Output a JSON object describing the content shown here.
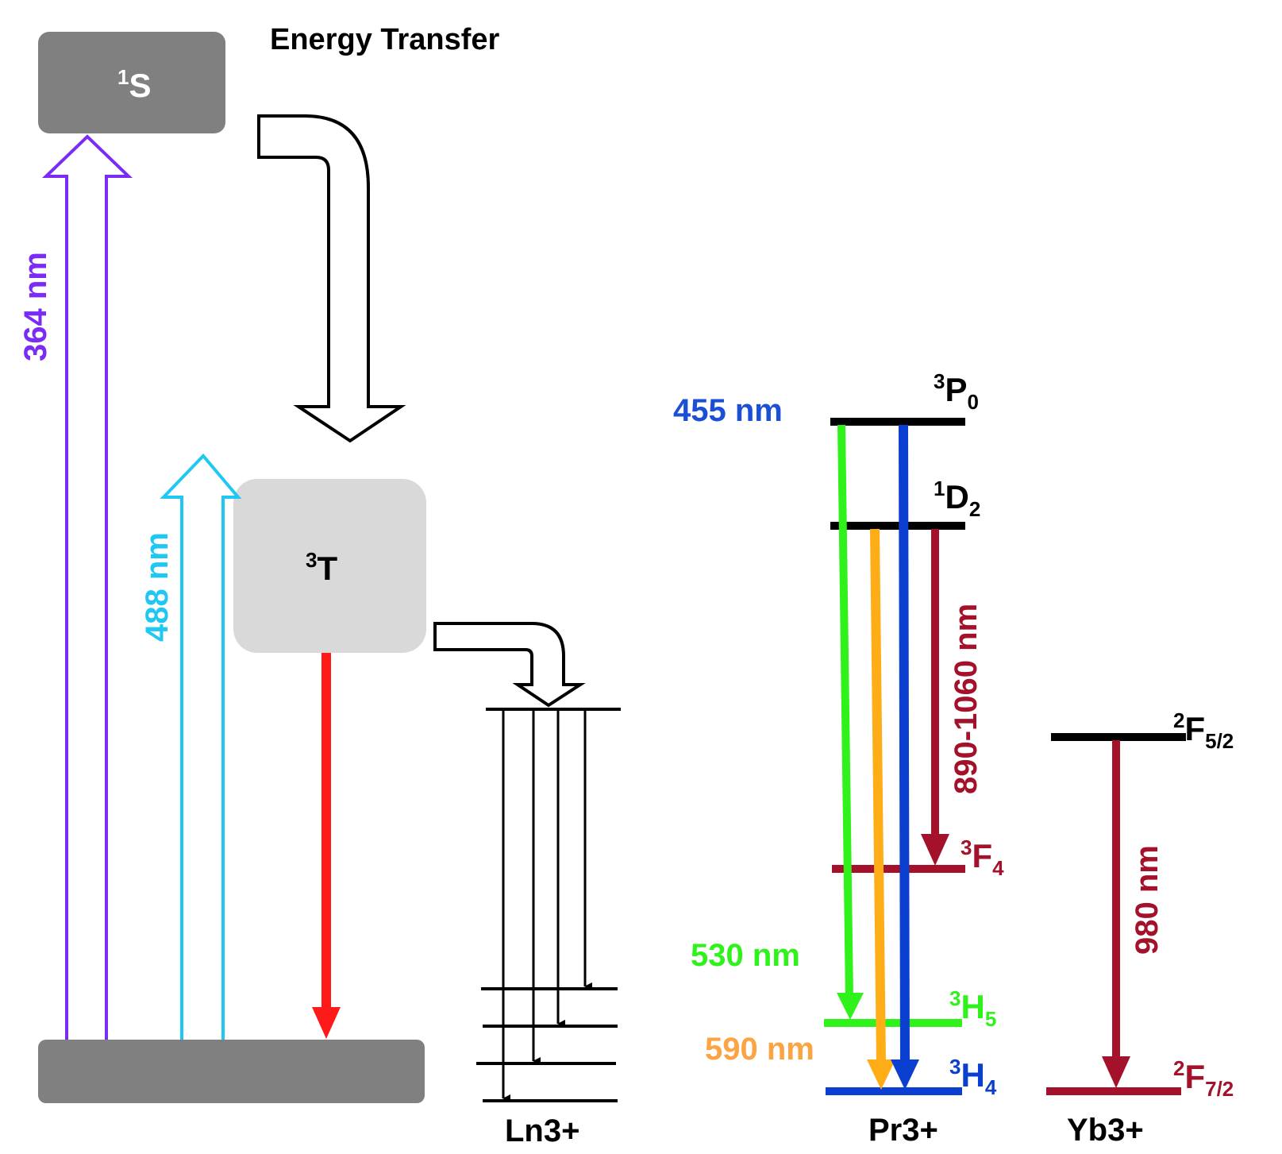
{
  "title": "Energy Transfer",
  "colors": {
    "violet": "#7a2cf5",
    "cyan": "#1ec8f2",
    "red": "#ff1a1a",
    "green": "#2ef21a",
    "orange": "#ffad16",
    "blue": "#0b3fd0",
    "darkred": "#a3112a",
    "black": "#000000",
    "darkgray": "#808080",
    "lightgray": "#d9d9d9",
    "label590": "#fca444",
    "label455": "#1a4fd6"
  },
  "sensitizer": {
    "singlet": {
      "sup": "1",
      "main": "S"
    },
    "triplet": {
      "sup": "3",
      "main": "T"
    },
    "excitation_violet": "364 nm",
    "excitation_cyan": "488 nm"
  },
  "ln": {
    "label": "Ln3+"
  },
  "pr": {
    "label": "Pr3+",
    "levels": {
      "p0": {
        "sup": "3",
        "main": "P",
        "sub": "0"
      },
      "d2": {
        "sup": "1",
        "main": "D",
        "sub": "2"
      },
      "f4": {
        "sup": "3",
        "main": "F",
        "sub": "4"
      },
      "h5": {
        "sup": "3",
        "main": "H",
        "sub": "5"
      },
      "h4": {
        "sup": "3",
        "main": "H",
        "sub": "4"
      }
    },
    "emissions": {
      "blue": "455 nm",
      "green": "530 nm",
      "orange": "590 nm",
      "nir": "890-1060 nm"
    }
  },
  "yb": {
    "label": "Yb3+",
    "levels": {
      "f52": {
        "sup": "2",
        "main": "F",
        "sub": "5/2"
      },
      "f72": {
        "sup": "2",
        "main": "F",
        "sub": "7/2"
      }
    },
    "emission": "980 nm"
  }
}
